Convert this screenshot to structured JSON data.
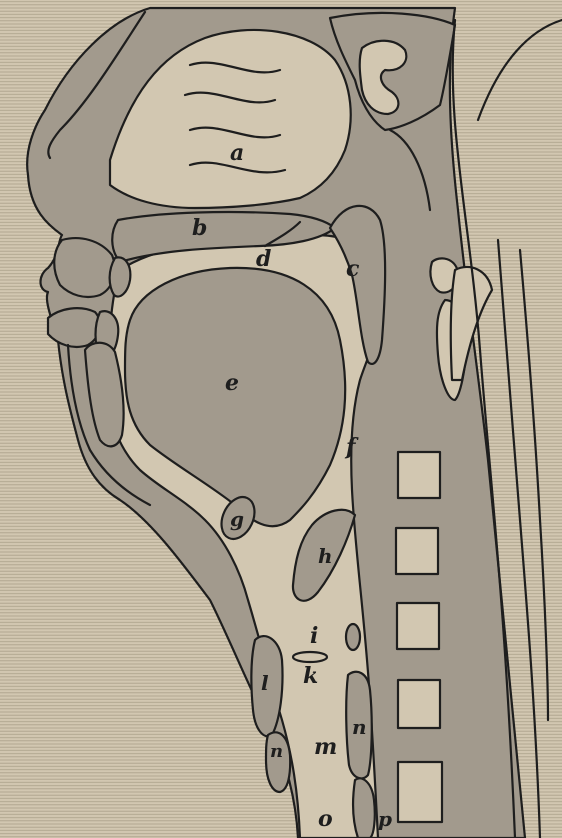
{
  "figure": {
    "labels": {
      "a": "a",
      "b": "b",
      "c": "c",
      "d": "d",
      "e": "e",
      "f": "f",
      "g": "g",
      "h": "h",
      "i": "i",
      "k": "k",
      "l": "l",
      "m": "m",
      "n1": "n",
      "n2": "n",
      "o": "o",
      "p": "p"
    }
  },
  "colors": {
    "paper": "#d2c7b1",
    "hatch": "#aea38d",
    "tissue": "#a29a8d",
    "ink": "#1e1e1e"
  }
}
